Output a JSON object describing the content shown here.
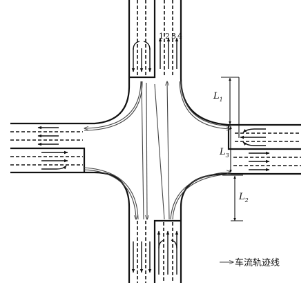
{
  "lane_numbers": [
    "1",
    "2",
    "3",
    "4"
  ],
  "labels": {
    "L1": "L",
    "L1_sub": "1",
    "L2": "L",
    "L2_sub": "2",
    "L3": "L",
    "L3_sub": "3"
  },
  "legend": {
    "text": "车流轨迹线"
  },
  "colors": {
    "line": "#111111",
    "trajectory": "#444444",
    "background": "#ffffff"
  }
}
